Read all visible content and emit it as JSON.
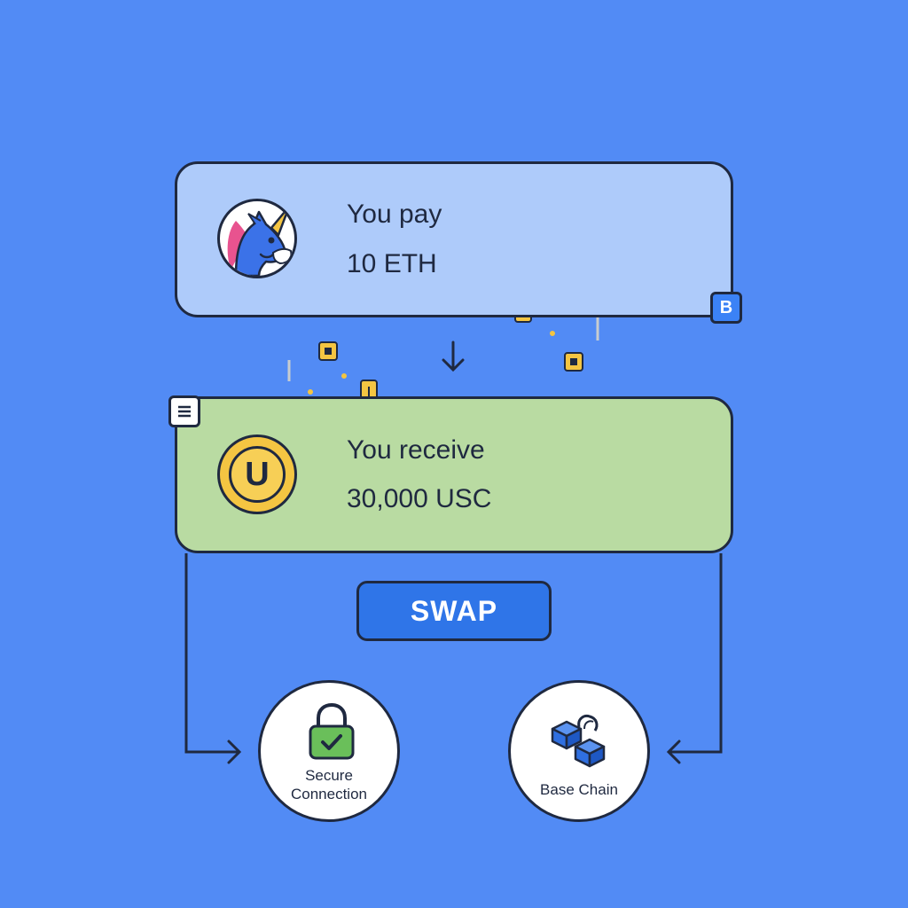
{
  "pay": {
    "title": "You pay",
    "amount": "10 ETH"
  },
  "receive": {
    "title": "You receive",
    "amount": "30,000 USC"
  },
  "coin_letter": "U",
  "badge_letter": "B",
  "swap_label": "SWAP",
  "features": {
    "secure_line1": "Secure",
    "secure_line2": "Connection",
    "chain": "Base Chain"
  },
  "colors": {
    "background": "#528bf5",
    "pay_card": "#aecbfa",
    "receive_card": "#b9dba2",
    "swap_button": "#2f75e8",
    "coin": "#f4c542",
    "lock": "#6abf5a",
    "outline": "#1f2940"
  },
  "icons": [
    "unicorn-avatar",
    "coin-icon",
    "down-arrow-icon",
    "lock-check-icon",
    "chain-blocks-icon",
    "doc-icon",
    "b-badge-icon"
  ]
}
